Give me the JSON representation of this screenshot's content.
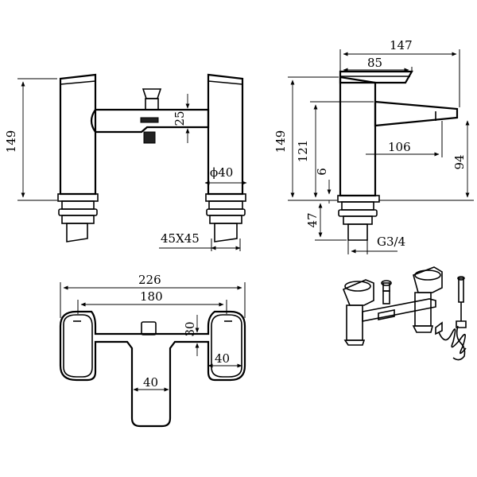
{
  "front_view": {
    "height_dim": "149",
    "body_height_dim": "25",
    "diameter_dim": "ϕ40",
    "base_dim": "45X45"
  },
  "side_view": {
    "total_length_dim": "147",
    "handle_length_dim": "85",
    "height_dim": "149",
    "spout_height_dim": "121",
    "spout_reach_dim": "106",
    "gap_dim": "6",
    "under_spout_dim": "94",
    "shank_dim": "47",
    "thread_dim": "G3/4"
  },
  "top_view": {
    "total_width_dim": "226",
    "centers_dim": "180",
    "depth_dim": "30",
    "handle_width_dim": "40",
    "spout_width_dim": "40"
  },
  "colors": {
    "line": "#000000",
    "background": "#ffffff"
  }
}
